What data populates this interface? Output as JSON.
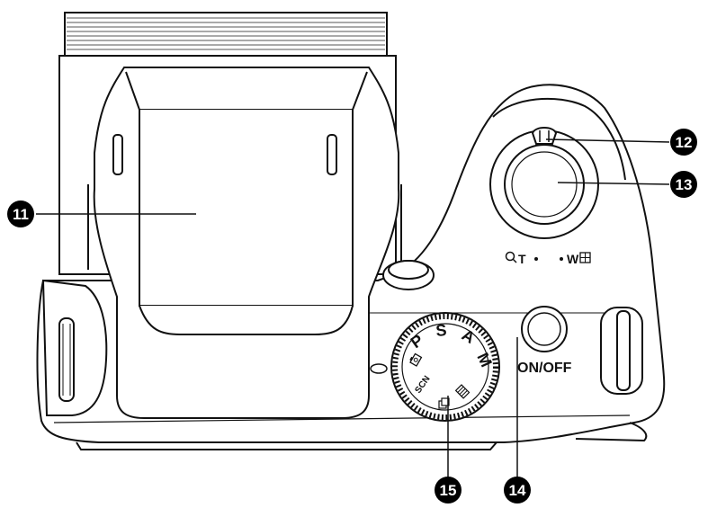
{
  "callouts": {
    "c11": "11",
    "c12": "12",
    "c13": "13",
    "c14": "14",
    "c15": "15"
  },
  "labels": {
    "power_button": "ON/OFF",
    "zoom_tele": "T",
    "zoom_wide": "W"
  },
  "mode_dial": {
    "p": "P",
    "s": "S",
    "a": "A",
    "m": "M",
    "scn": "SCN"
  },
  "colors": {
    "callout_fill": "#000000",
    "line": "#111111",
    "body_fill": "#ffffff",
    "shade": "#e6e6e6"
  }
}
